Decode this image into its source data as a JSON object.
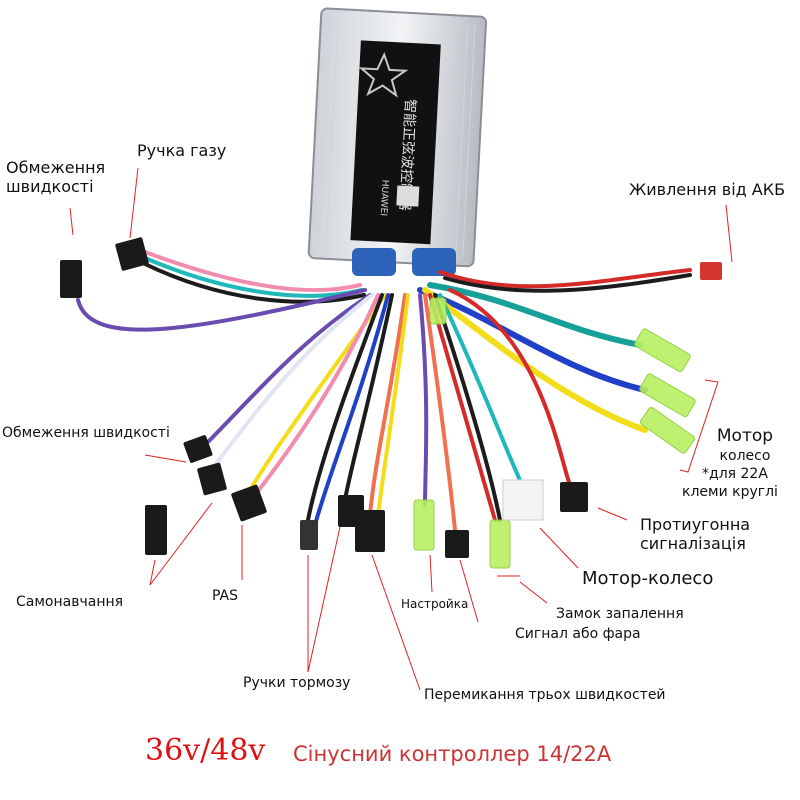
{
  "title": {
    "voltage": "36v/48v",
    "subtitle": "Сінусний контроллер 14/22А",
    "voltage_color": "#dd1111",
    "subtitle_color": "#cc3333"
  },
  "controller": {
    "brand": "HUAWEI",
    "label_cn": "智能正弦波控制器"
  },
  "labels": {
    "speed_limit_top": [
      "Обмеження",
      "швидкості"
    ],
    "throttle": "Ручка газу",
    "battery_power": "Живлення від АКБ",
    "motor_wheel_top": [
      "Мотор",
      "колесо",
      "*для 22А",
      "клеми круглі"
    ],
    "speed_limit_mid": "Обмеження швидкості",
    "anti_theft": [
      "Протиугонна",
      "сигналізація"
    ],
    "motor_wheel": "Мотор-колесо",
    "self_learning": "Самонавчання",
    "pas": "PAS",
    "settings": "Настройка",
    "ignition_lock": "Замок запалення",
    "horn_or_headlight": "Сигнал або фара",
    "brake_levers": "Ручки тормозу",
    "three_speed_switch": "Перемикання трьох швидкостей"
  },
  "colors": {
    "leader_line": "#e02020",
    "connector": "#1a1a1a",
    "terminal_sleeve": "#b8f060",
    "wires": {
      "red": "#d42a2a",
      "black": "#1c1c1c",
      "yellow": "#f3dd1a",
      "blue": "#2040c8",
      "green": "#17a09a",
      "purple": "#6a4bb0",
      "pink": "#f08cb0",
      "white": "#e8eef5",
      "orange": "#f07050",
      "teal": "#20b8b8"
    }
  }
}
